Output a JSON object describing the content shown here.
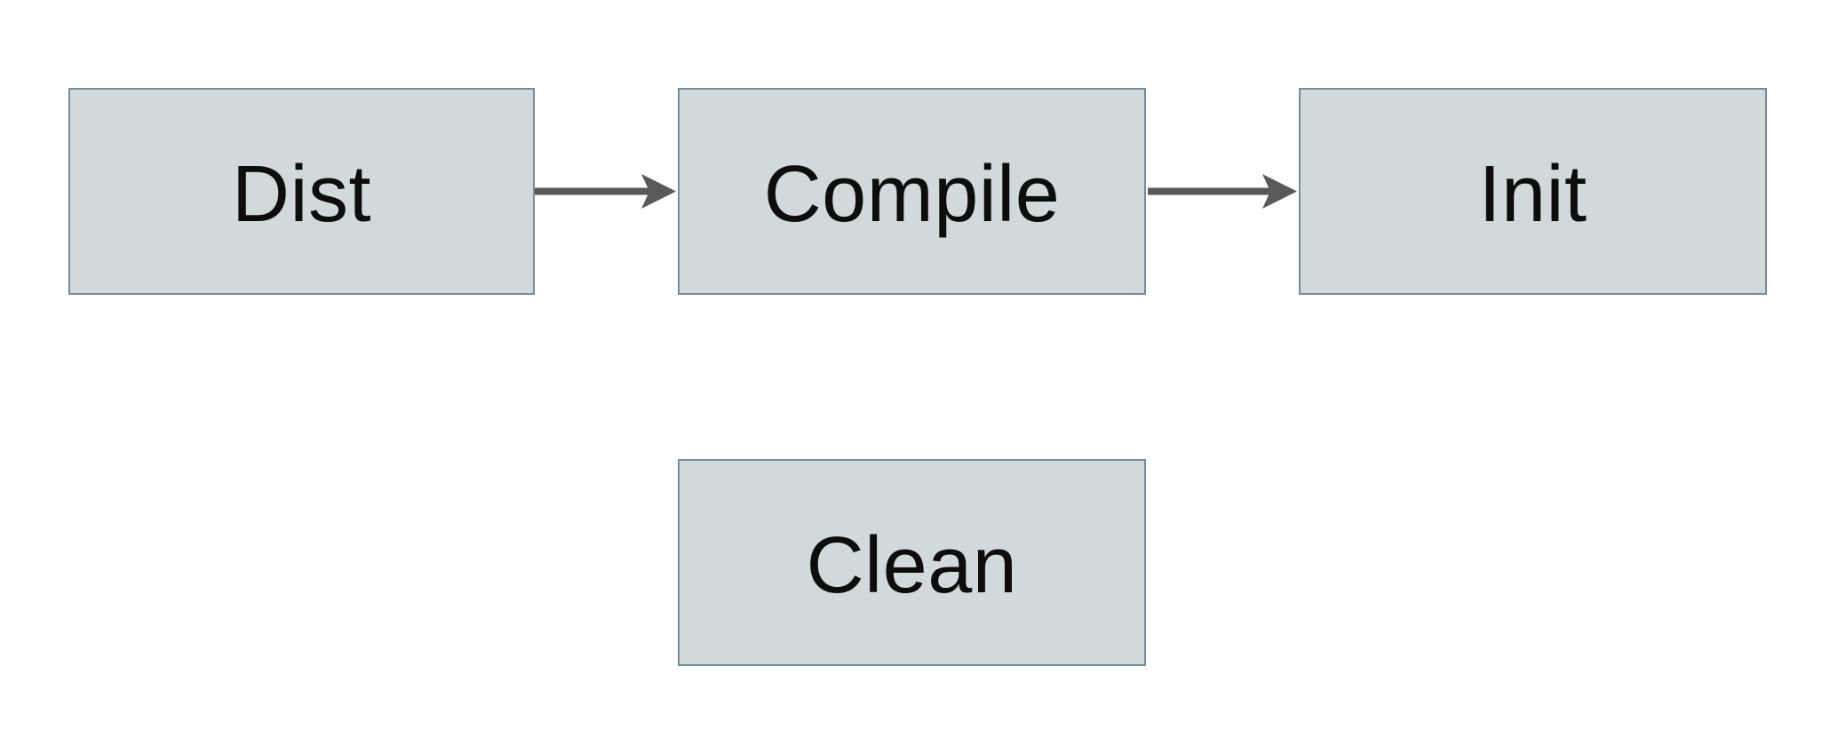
{
  "diagram": {
    "type": "flowchart",
    "nodes": [
      {
        "id": "dist",
        "label": "Dist"
      },
      {
        "id": "compile",
        "label": "Compile"
      },
      {
        "id": "init",
        "label": "Init"
      },
      {
        "id": "clean",
        "label": "Clean"
      }
    ],
    "edges": [
      {
        "from": "Dist",
        "to": "Compile",
        "style": "solid-arrow"
      },
      {
        "from": "Compile",
        "to": "Init",
        "style": "solid-arrow"
      }
    ],
    "colors": {
      "background": "#ffffff",
      "node_fill": "#d1d9db",
      "node_border": "#758d99",
      "node_text": "#0d0d0d",
      "arrow": "#595959"
    }
  }
}
